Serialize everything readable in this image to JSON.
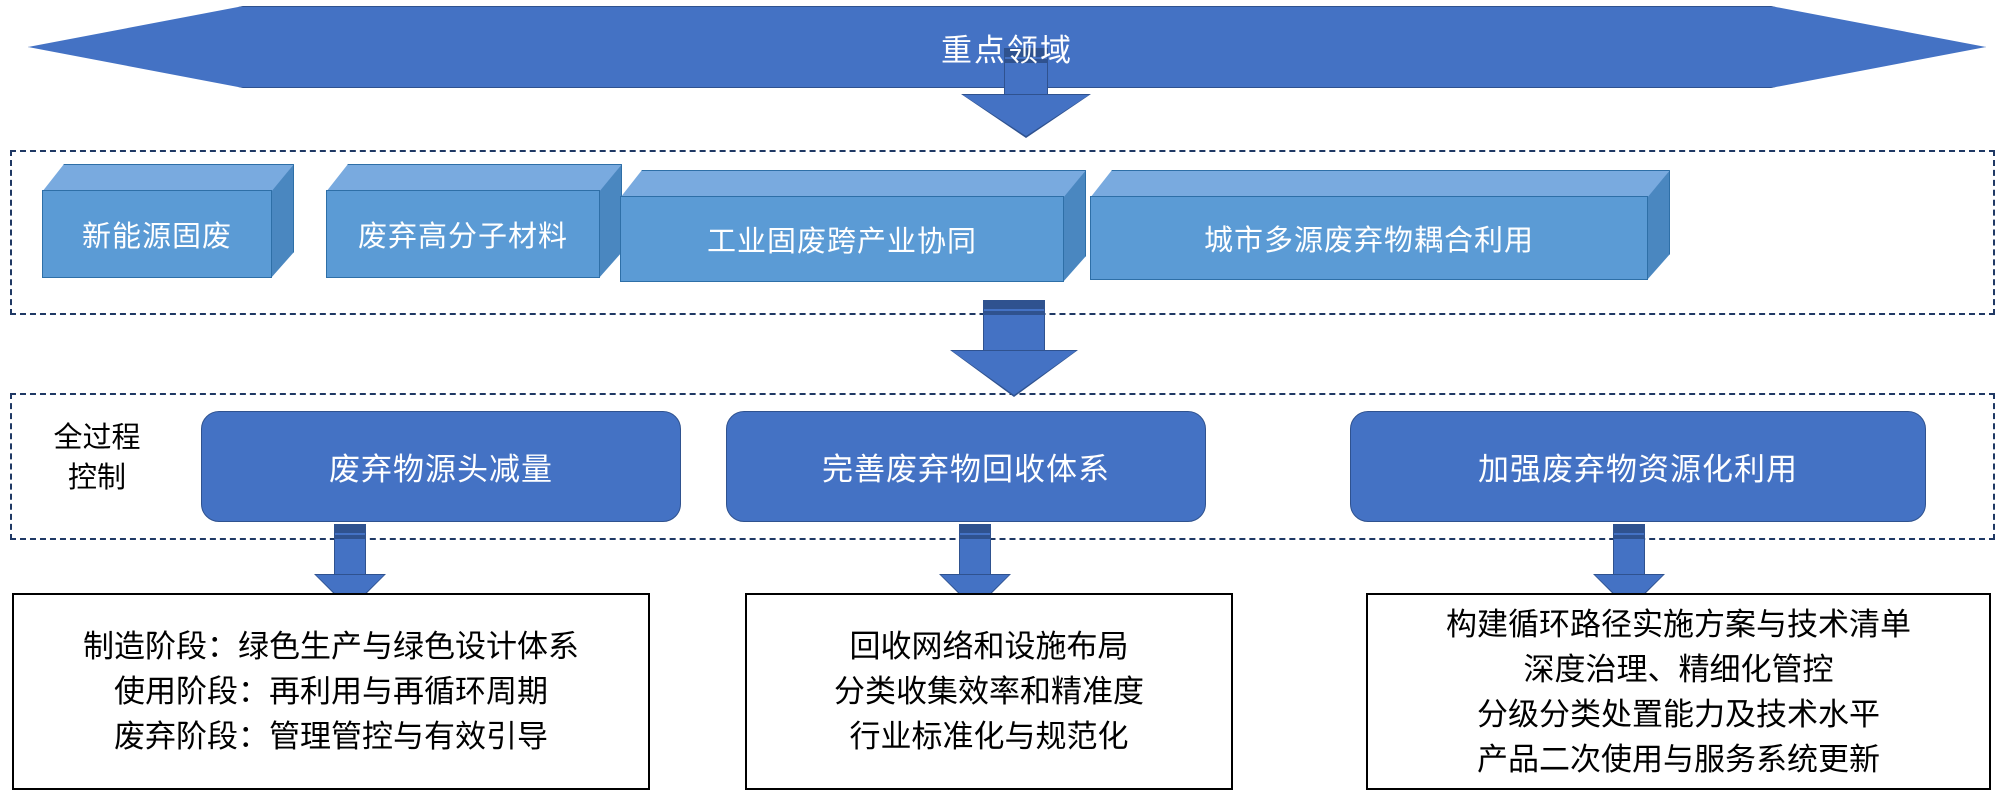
{
  "diagram": {
    "banner": {
      "label": "重点领域",
      "shape": "hexagon",
      "fill": "#4472C4",
      "text_color": "#FFFFFF"
    },
    "arrows": {
      "hex_to_domains": "down-arrow",
      "domains_to_process": "down-arrow",
      "process_to_detail": [
        "down-arrow",
        "down-arrow",
        "down-arrow"
      ]
    },
    "domains": {
      "band_style": "dashed",
      "box_fill": "#5B9BD5",
      "box_top_fill": "#79AADF",
      "box_side_fill": "#4A87C0",
      "items": [
        {
          "label": "新能源固废"
        },
        {
          "label": "废弃高分子材料"
        },
        {
          "label": "工业固废跨产业协同"
        },
        {
          "label": "城市多源废弃物耦合利用"
        }
      ]
    },
    "process": {
      "band_style": "dashed",
      "side_label": "全过程\n控制",
      "box_fill": "#4472C4",
      "items": [
        {
          "label": "废弃物源头减量"
        },
        {
          "label": "完善废弃物回收体系"
        },
        {
          "label": "加强废弃物资源化利用"
        }
      ]
    },
    "details": [
      {
        "text": "制造阶段：绿色生产与绿色设计体系\n使用阶段：再利用与再循环周期\n废弃阶段：管理管控与有效引导"
      },
      {
        "text": "回收网络和设施布局\n分类收集效率和精准度\n行业标准化与规范化"
      },
      {
        "text": "构建循环路径实施方案与技术清单\n深度治理、精细化管控\n分级分类处置能力及技术水平\n产品二次使用与服务系统更新"
      }
    ]
  }
}
